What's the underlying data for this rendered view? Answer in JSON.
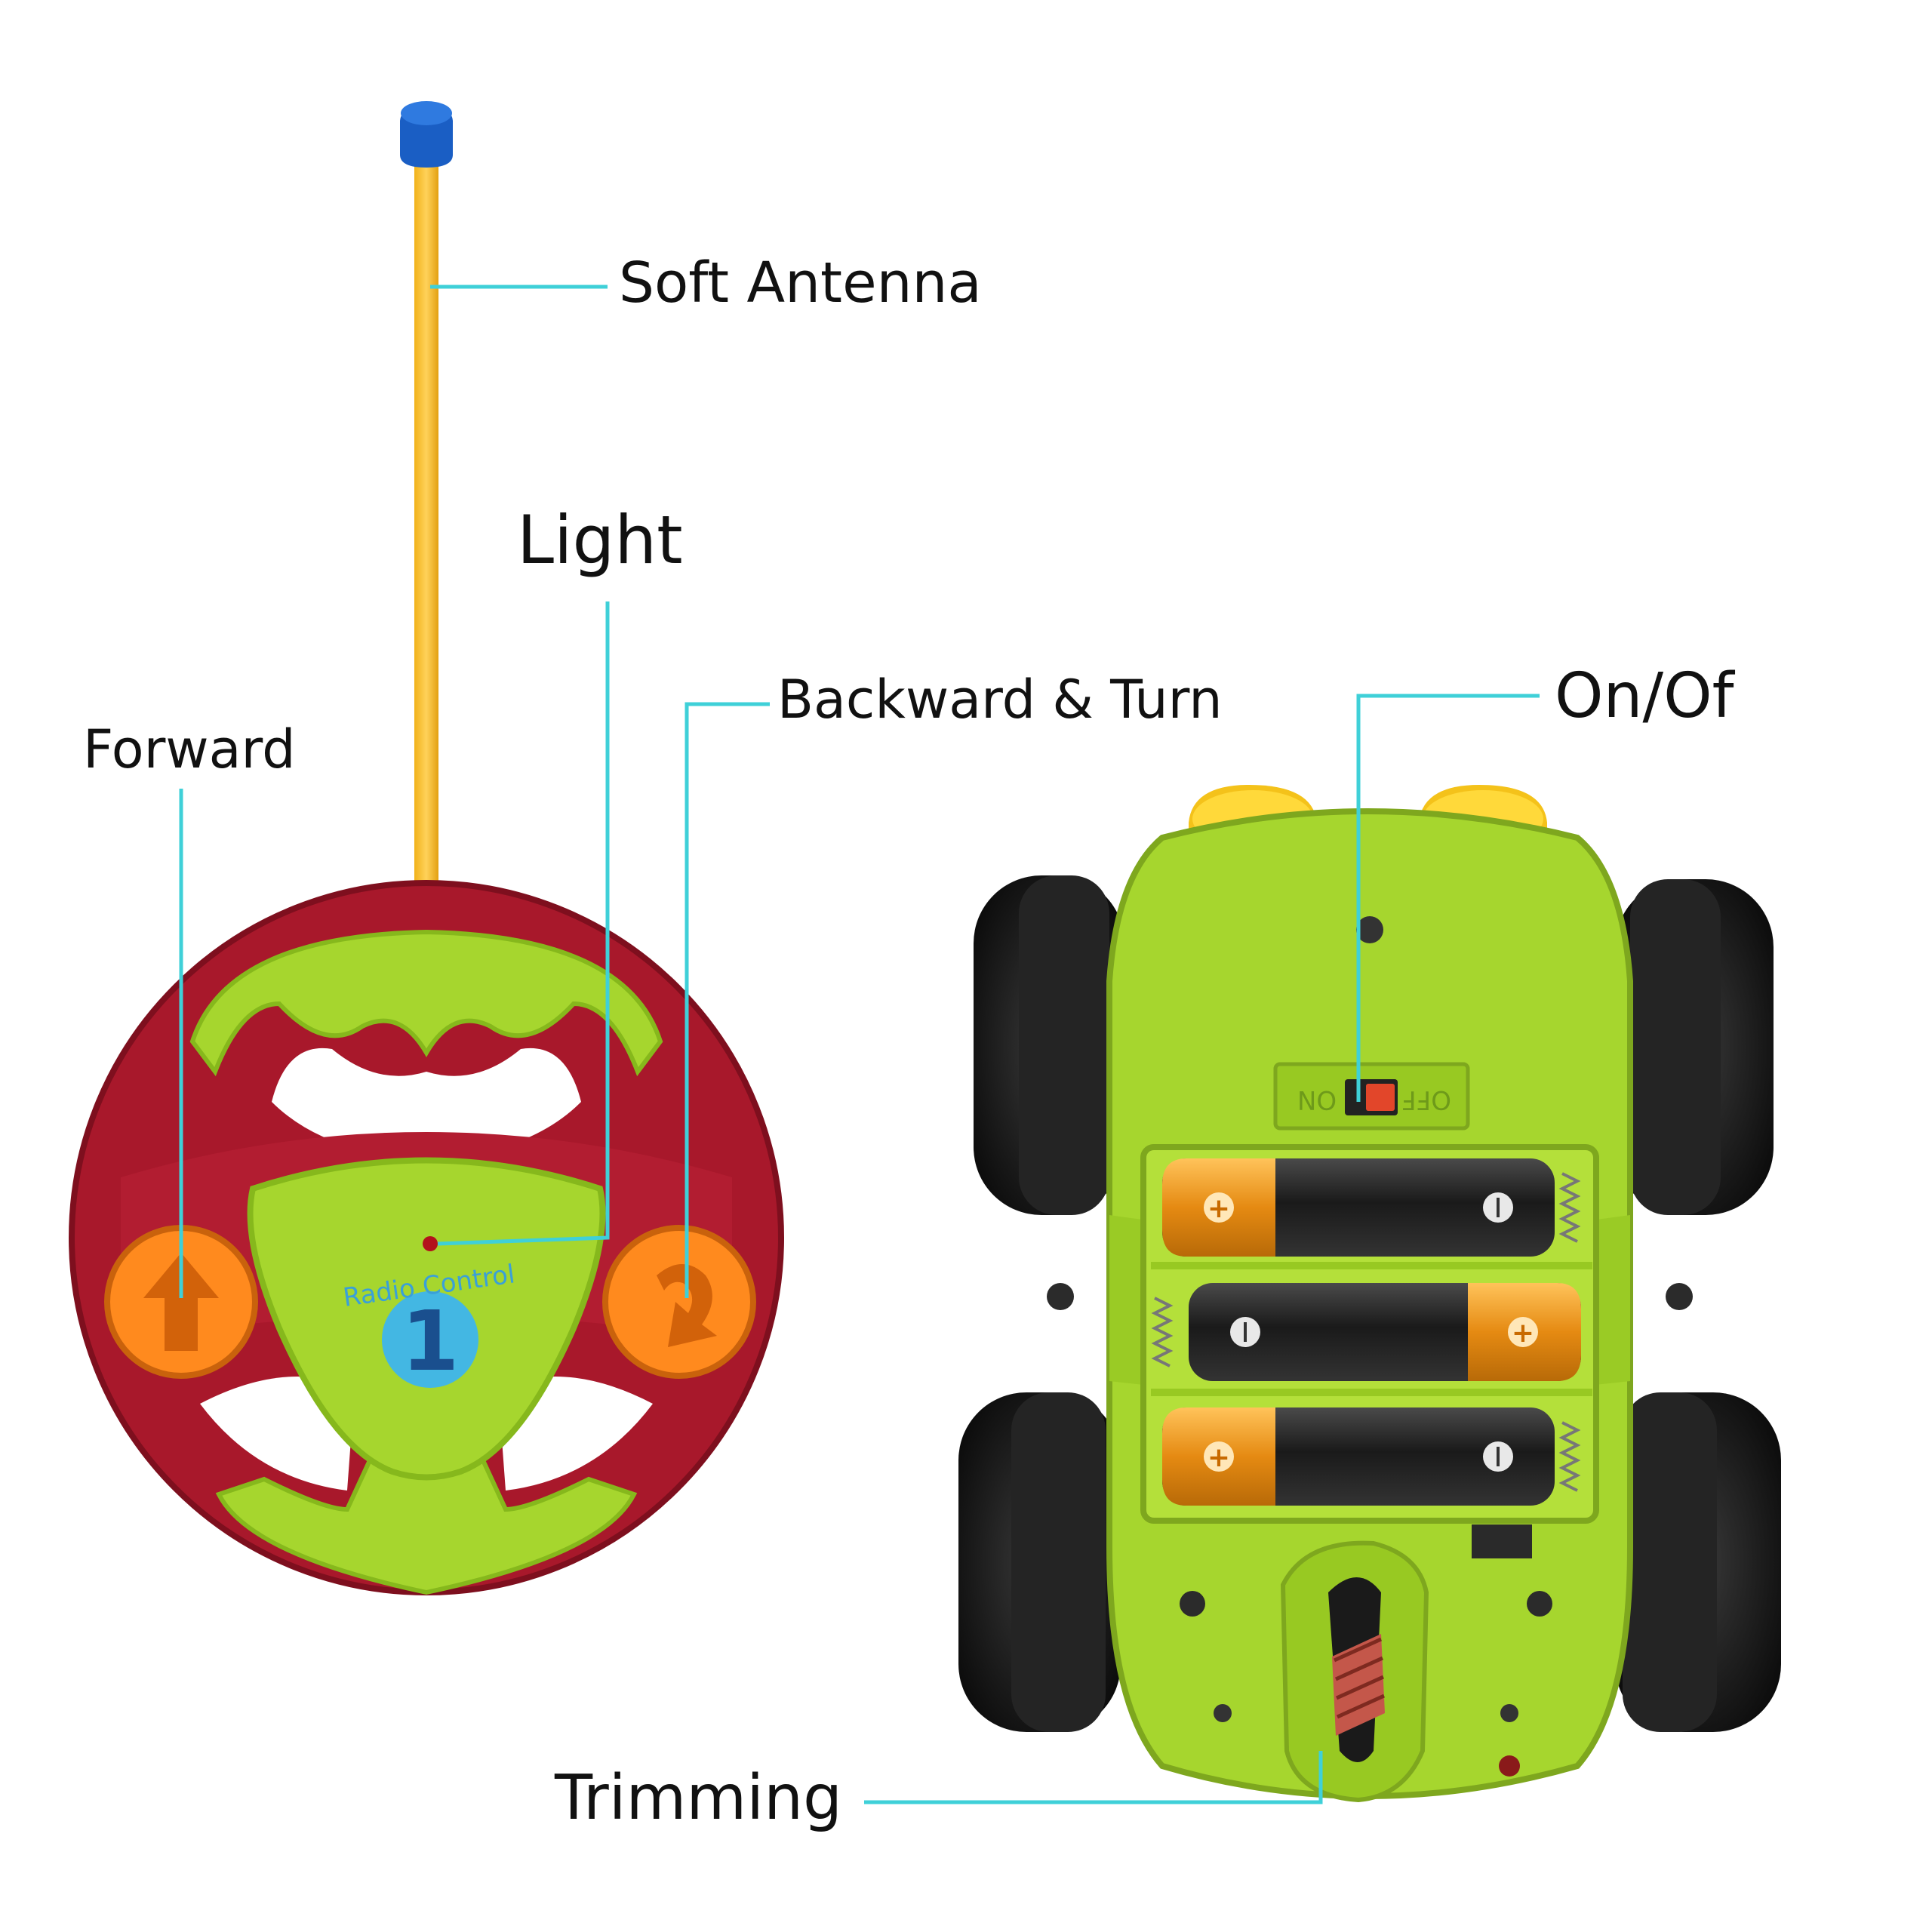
{
  "callouts": {
    "antenna": "Soft Antenna",
    "light": "Light",
    "backward": "Backward & Turn",
    "forward": "Forward",
    "onoff": "On/Of",
    "trimming": "Trimming"
  },
  "remote": {
    "badge_text": "Radio Control",
    "badge_number": "1"
  },
  "car": {
    "switch_left": "ON",
    "switch_right": "OFF"
  },
  "colors": {
    "leader_line": "#3fd0d8",
    "lime": "#a6d62e",
    "red": "#a8182b",
    "orange": "#ff8a1e",
    "yellow": "#f4c21a",
    "blue": "#1a5ec4",
    "tire": "#1b1b1b",
    "battery_body": "#2a2a2a",
    "battery_cap": "#f29a1a"
  },
  "icons": [
    "up-arrow-icon",
    "u-turn-arrow-icon"
  ]
}
